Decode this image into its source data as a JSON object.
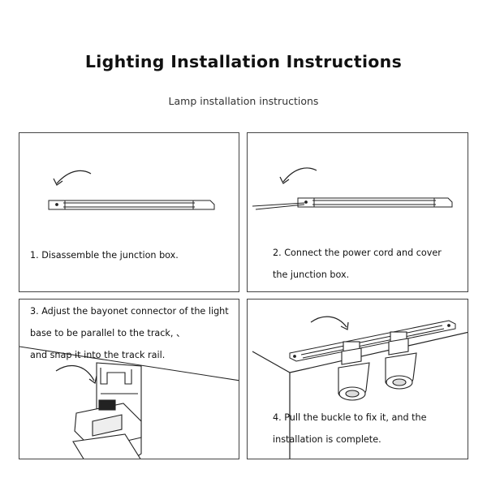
{
  "header": {
    "title": "Lighting Installation Instructions",
    "subtitle": "Lamp installation instructions"
  },
  "steps": [
    {
      "lines": [
        "1. Disassemble the junction box."
      ]
    },
    {
      "lines": [
        "2. Connect the power cord and cover",
        "the junction box."
      ]
    },
    {
      "lines": [
        "3. Adjust the bayonet connector of the light",
        "base to be parallel to the track, 、",
        "and snap it into the track rail."
      ]
    },
    {
      "lines": [
        "4. Pull the buckle to fix it, and the",
        "installation is complete."
      ]
    }
  ]
}
